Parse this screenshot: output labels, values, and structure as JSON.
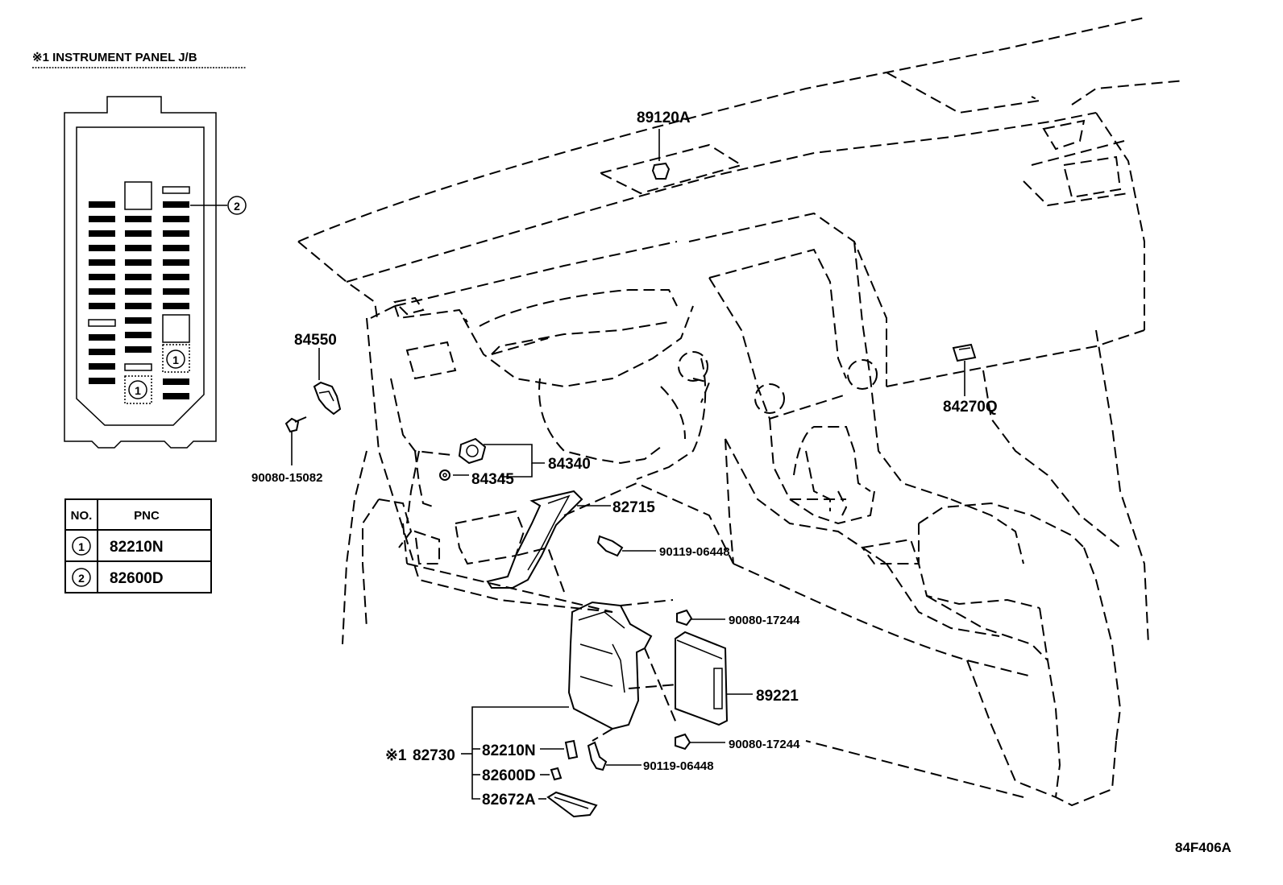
{
  "header": {
    "title": "※1 INSTRUMENT PANEL J/B"
  },
  "junction_block": {
    "callout_1": "1",
    "callout_2": "2"
  },
  "pnc_table": {
    "col_no": "NO.",
    "col_pnc": "PNC",
    "rows": [
      {
        "no": "1",
        "pnc": "82210N"
      },
      {
        "no": "2",
        "pnc": "82600D"
      }
    ]
  },
  "parts": {
    "p89120A": "89120A",
    "p84550": "84550",
    "p90080_15082": "90080-15082",
    "p84340": "84340",
    "p84345": "84345",
    "p82715": "82715",
    "p90119_06448_a": "90119-06448",
    "p90080_17244_a": "90080-17244",
    "p89221": "89221",
    "p90080_17244_b": "90080-17244",
    "p90119_06448_b": "90119-06448",
    "p82730_prefix": "※1",
    "p82730": "82730",
    "p82210N": "82210N",
    "p82600D": "82600D",
    "p82672A": "82672A",
    "p84270Q": "84270Q"
  },
  "footer": {
    "code": "84F406A"
  }
}
